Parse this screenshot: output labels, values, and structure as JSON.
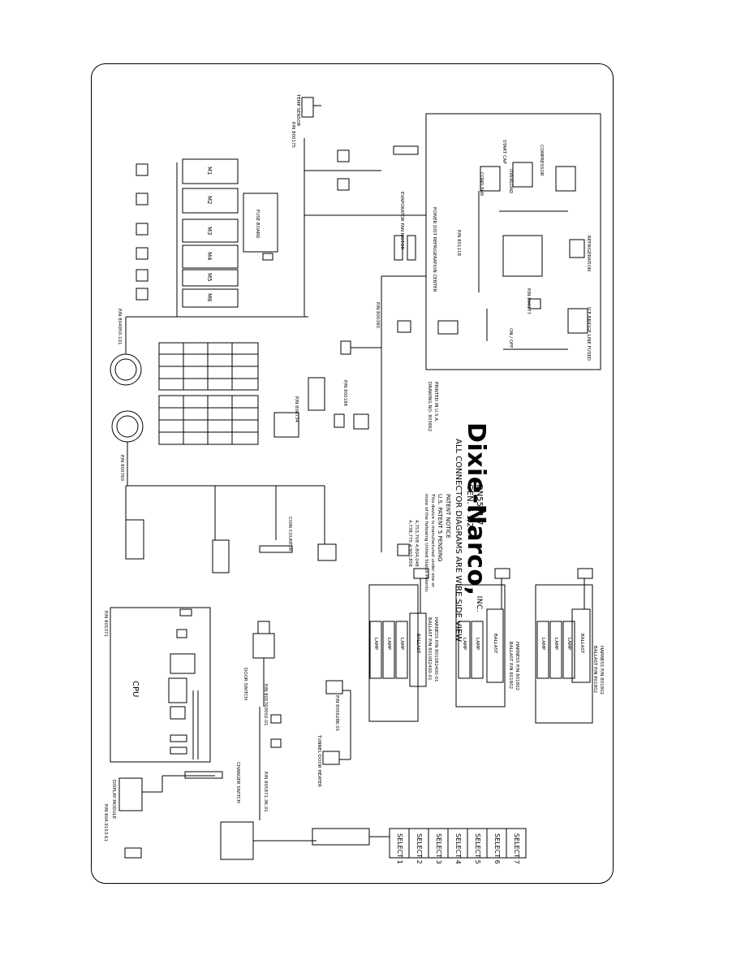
{
  "title_block": {
    "brand": "Dixie-Narco,",
    "brand_suffix": "INC.",
    "model": "DN5591-7",
    "generation": "GEN. 6 1/2",
    "note": "ALL CONNECTOR DIAGRAMS ARE WIRE SIDE VIEW",
    "patent_heading": "PATENT NOTICE",
    "patent_line1": "U.S. PATENT 5 PENDING",
    "patent_line2": "This device is manufactured under one or",
    "patent_line3": "more of the following United States Patents:",
    "patents_a": "4,753,708  4,804,048",
    "patents_b": "4,738,775  4,903,858",
    "printed": "PRINTED IN U.S.A.",
    "drawing_no": "DRAWING NO. 803862"
  },
  "labels": {
    "display_module": "DISPLAY MODULE",
    "display_pn": "P/N 804.9153.61",
    "cpu_pn": "P/N 805371",
    "cpu": "CPU",
    "door_switch": "DOOR SWITCH",
    "door_pn": "P/N 805760002-01",
    "changer_pn": "P/N 805871.3K.01",
    "changer": "CHANGER SWITCH",
    "tunnel_pn": "P/N 805628K.01",
    "tunnel_label": "TUNNEL DOOR HEATER",
    "coin_counter": "COIN COUNTER",
    "main_pn": "P/N 800760",
    "vend_pn": "P/N 804950-101",
    "harness_pn": "P/N 800734",
    "booster_pn": "P/N 800188",
    "fridge_pn": "P/N 800380",
    "power_pn": "P/N 801118",
    "temp_sensor": "TEMP SENSOR",
    "temp_pn": "P/N 800175",
    "evap_fan": "EVAPORATOR FAN MOTOR",
    "power_center": "POWER DIST REFRIGERATION CENTER",
    "on_off": "ON / OFF",
    "ice_note": "ICE BRIDGE LINE FUSED",
    "fused_pn": "P/N 800177",
    "refrigeration": "REFRIGERATION",
    "compressor": "COMPRESSOR",
    "start_cap": "START CAP",
    "overload": "OVERLOAD",
    "cond_fan": "COND FAN",
    "fuse_board": "FUSE BOARD",
    "lamp": "LAMP",
    "ballast": "BALLAST",
    "ballast1_pn": "BALLAST P/N 801082400-01",
    "ballast1_harness": "HARNESS P/N 801082400-01",
    "ballast2_pn": "BALLAST P/N 801802",
    "ballast2_harness": "HARNESS P/N 801802",
    "ballast3_pn": "BALLAST P/N 801802",
    "ballast3_harness": "HARNESS P/N 801802"
  },
  "select_buttons": [
    "SELECT 1",
    "SELECT 2",
    "SELECT 3",
    "SELECT 4",
    "SELECT 5",
    "SELECT 6",
    "SELECT 7"
  ],
  "motor_labels": [
    "M1",
    "M2",
    "M3",
    "M4",
    "M5",
    "M6"
  ]
}
